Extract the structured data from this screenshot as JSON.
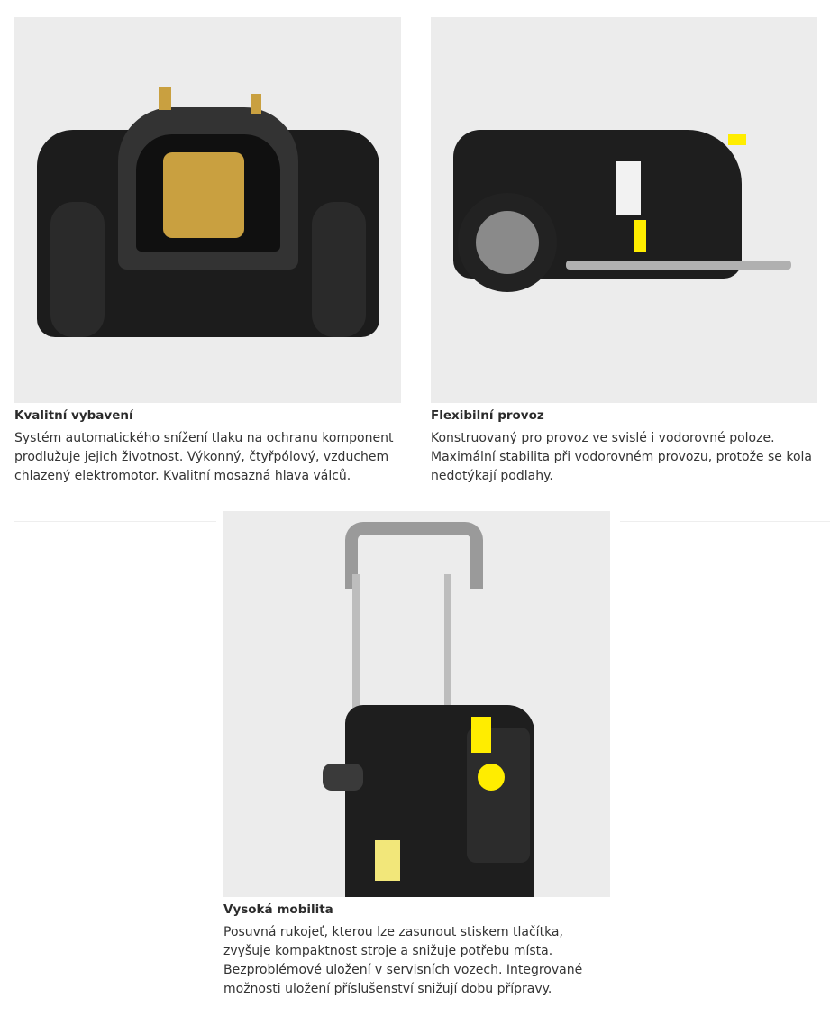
{
  "features": [
    {
      "title": "Kvalitní vybavení",
      "text": "Systém automatického snížení tlaku na ochranu komponent prodlužuje jejich životnost. Výkonný, čtyřpólový, vzduchem chlazený elektromotor. Kvalitní mosazná hlava válců.",
      "image": "pressure-washer-front-cutaway-image"
    },
    {
      "title": "Flexibilní provoz",
      "text": "Konstruovaný pro provoz ve svislé i vodorovné poloze. Maximální stabilita při vodorovném provozu, protože se kola nedotýkají podlahy.",
      "image": "pressure-washer-horizontal-image"
    },
    {
      "title": "Vysoká mobilita",
      "text": "Posuvná rukojeť, kterou lze zasunout stiskem tlačítka, zvyšuje kompaktnost stroje a snižuje potřebu místa. Bezproblémové uložení v servisních vozech. Integrované možnosti uložení příslušenství snižují dobu přípravy.",
      "image": "pressure-washer-upright-handle-image"
    }
  ],
  "colors": {
    "brand_yellow": "#ffed00",
    "image_bg": "#ececec",
    "machine_black": "#1e1e1e",
    "brass": "#c9a040"
  }
}
